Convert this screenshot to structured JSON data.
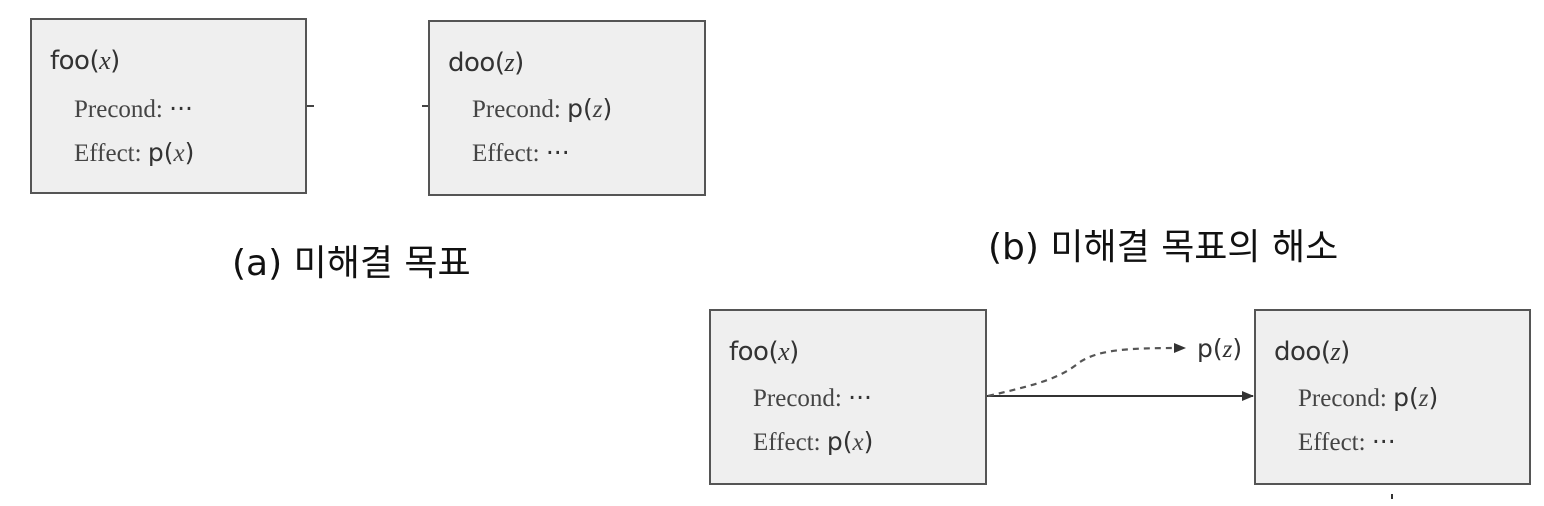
{
  "diagram_a": {
    "caption": "(a) 미해결 목표",
    "left_box": {
      "name": "foo",
      "param": "x",
      "precond_label": "Precond: ",
      "precond_value": "···",
      "effect_label": "Effect: ",
      "effect_value": "p",
      "effect_arg": "x"
    },
    "right_box": {
      "name": "doo",
      "param": "z",
      "precond_label": "Precond: ",
      "precond_value": "p",
      "precond_arg": "z",
      "effect_label": "Effect: ",
      "effect_value": "···"
    }
  },
  "diagram_b": {
    "caption": "(b) 미해결 목표의 해소",
    "link_label": "p",
    "link_arg": "z",
    "left_box": {
      "name": "foo",
      "param": "x",
      "precond_label": "Precond: ",
      "precond_value": "···",
      "effect_label": "Effect: ",
      "effect_value": "p",
      "effect_arg": "x"
    },
    "right_box": {
      "name": "doo",
      "param": "z",
      "precond_label": "Precond: ",
      "precond_value": "p",
      "precond_arg": "z",
      "effect_label": "Effect: ",
      "effect_value": "···"
    }
  },
  "colors": {
    "box_fill": "#efefef",
    "box_border": "#555555",
    "link": "#333333"
  }
}
